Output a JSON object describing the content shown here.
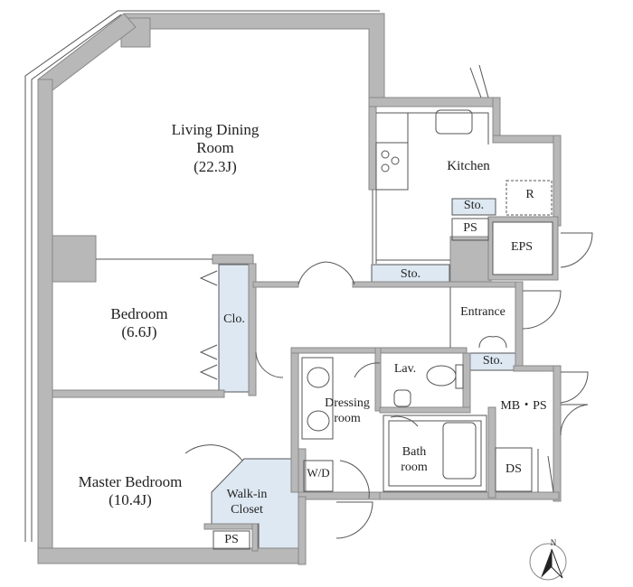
{
  "rooms": {
    "living": {
      "name_line1": "Living Dining",
      "name_line2": "Room",
      "size": "(22.3J)"
    },
    "kitchen": {
      "name": "Kitchen"
    },
    "bedroom": {
      "name": "Bedroom",
      "size": "(6.6J)"
    },
    "master": {
      "name": "Master Bedroom",
      "size": "(10.4J)"
    },
    "entrance": {
      "name": "Entrance"
    },
    "dressing": {
      "name_line1": "Dressing",
      "name_line2": "room"
    },
    "lav": {
      "name": "Lav."
    },
    "bath": {
      "name_line1": "Bath",
      "name_line2": "room"
    },
    "walkin": {
      "name_line1": "Walk-in",
      "name_line2": "Closet"
    }
  },
  "labels": {
    "closet": "Clo.",
    "storage": "Sto.",
    "pipe_space": "PS",
    "eps": "EPS",
    "refrigerator": "R",
    "mb_ps": "MB・PS",
    "ds": "DS",
    "washer": "W/D"
  },
  "compass": {
    "north": "N"
  },
  "colors": {
    "wall": "#b8b8b8",
    "wall_edge": "#888888",
    "storage_fill": "#dde8f2",
    "line": "#555555"
  }
}
